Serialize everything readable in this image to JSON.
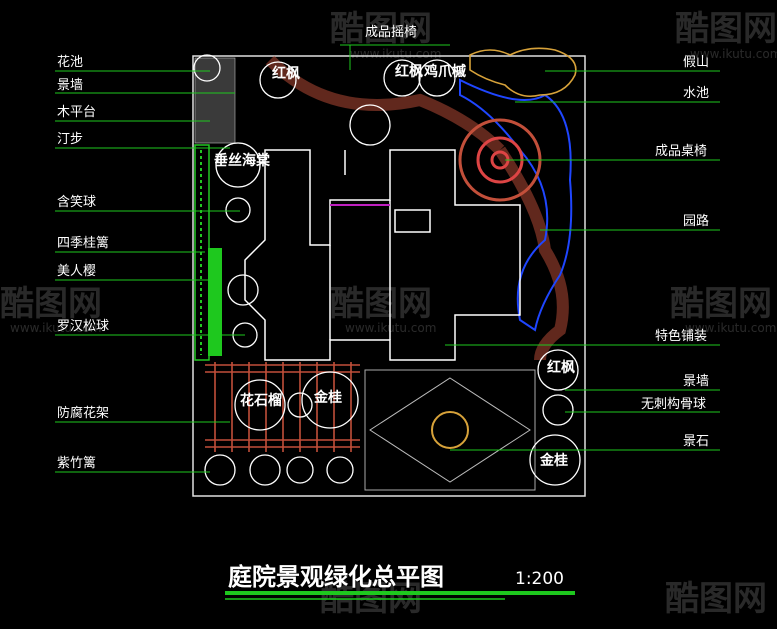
{
  "title": "庭院景观绿化总平图",
  "scale": "1:200",
  "watermark": {
    "logo_text": "酷图网",
    "url": "www.ikutu.com"
  },
  "callouts": {
    "top_chair": "成品摇椅",
    "left": [
      "花池",
      "景墙",
      "木平台",
      "汀步",
      "含笑球",
      "四季桂篱",
      "美人樱",
      "罗汉松球",
      "防腐花架",
      "紫竹篱"
    ],
    "right": [
      "假山",
      "水池",
      "成品桌椅",
      "园路",
      "特色铺装",
      "景墙",
      "无刺构骨球",
      "景石"
    ]
  },
  "plant_labels": [
    "红枫",
    "红枫",
    "鸡爪槭",
    "垂丝海棠",
    "红枫",
    "花石榴",
    "金桂",
    "金桂"
  ]
}
